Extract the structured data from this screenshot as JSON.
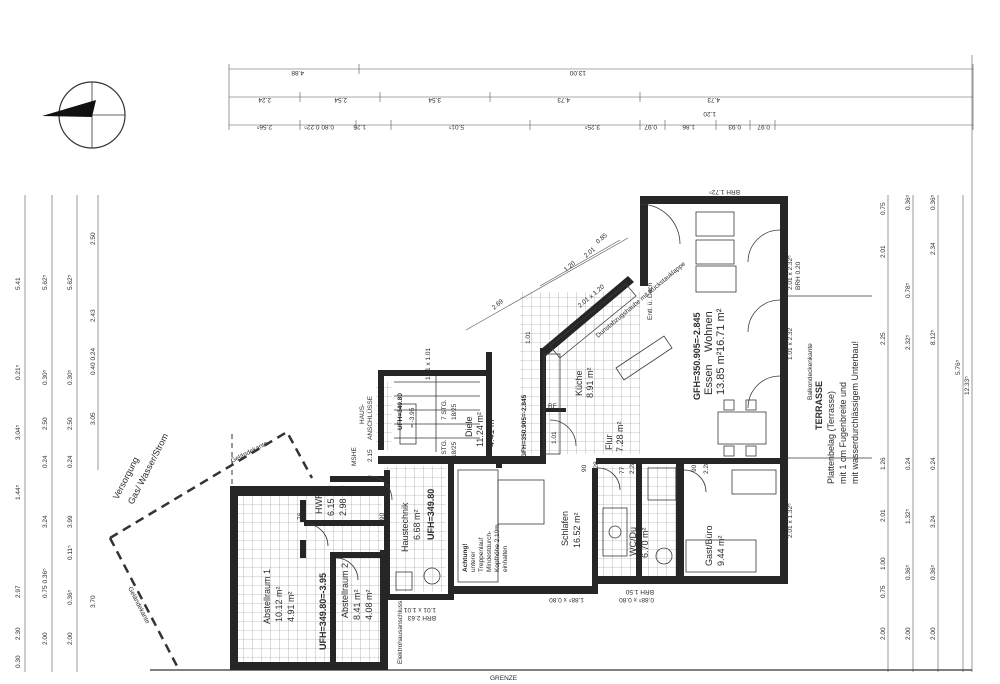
{
  "rooms": {
    "wohnen": {
      "name": "Wohnen",
      "area": "16.71 m²"
    },
    "essen": {
      "name": "Essen",
      "area": "13.85 m²"
    },
    "kueche": {
      "name": "Küche",
      "area": "8.91 m²"
    },
    "flur": {
      "name": "Flur",
      "area": "7.28 m²"
    },
    "diele": {
      "name": "Diele",
      "area": "11.24 m²",
      "area2": "4.41 m²"
    },
    "schlafen": {
      "name": "Schlafen",
      "area": "16.52 m²"
    },
    "wc": {
      "name": "WC/Du",
      "area": "6.70 m²"
    },
    "gast": {
      "name": "Gast/Büro",
      "area": "9.44 m²"
    },
    "haustechnik": {
      "name": "Haustechnik",
      "area": "6.68 m²"
    },
    "hwr": {
      "name": "HWR",
      "area": "6.15 m²",
      "area2": "2.98 m²"
    },
    "abstell1": {
      "name": "Abstellraum 1",
      "area": "10.12 m²",
      "area2": "4.91 m²"
    },
    "abstell2": {
      "name": "Abstellraum 2",
      "area": "8.41 m²",
      "area2": "4.08 m²"
    }
  },
  "levels": {
    "gfh_main": "GFH=350.905=-2.845",
    "gfh_diele": "GFH=350.905=-2.845",
    "ufh_haustechnik": "UFH=349.80",
    "ufh_diele": "UFH=349.80",
    "ufh_diele_b": "= -3.95",
    "ufh_abstell": "UFH=349.80=-3.95"
  },
  "terrace": {
    "title": "TERRASSE",
    "line1": "Plattenbelag (Terrasse)",
    "line2": "mit 1 cm Fugenbreite und",
    "line3": "mit wasserdurchlässigem Unterbau!",
    "edge": "Balkondeckenkante"
  },
  "notes": {
    "stairs1": "7 STG.",
    "stairs1b": "18/25",
    "stairs2": "9 STG.",
    "stairs2b": "18/25",
    "achtung1": "Achtung!",
    "achtung2": "unterer",
    "achtung3": "Treppenlauf",
    "achtung4": "Mindestdurch-",
    "achtung5": "Kopfhöhe 2,10m",
    "achtung6": "einhalten",
    "haus_ansch1": "HAUS-",
    "haus_ansch2": "ANSCHLÜSSE",
    "msh": "MSHE",
    "versorgung1": "Versorgung",
    "versorgung2": "Gas/ Wasser/Strom",
    "gelaende": "Geländekante",
    "gelaende2": "Geländekante",
    "grenze": "GRENZE",
    "elektro": "Elektrohausanschluss",
    "entl": "Entl. ü. Dach",
    "rf": "RF",
    "dunst": "Dunstabzugshaube mit Rückstauklappe"
  },
  "dims_top": {
    "row1": [
      "4.88",
      "13.00"
    ],
    "row2": [
      "2.24",
      "2.54",
      "3.54",
      "4.73",
      "4.73"
    ],
    "row3": [
      "2.56⁵",
      "0.80 0.22⁵",
      "1.26",
      "5.01⁵",
      "3.25⁵",
      "0.97",
      "1.86",
      "1.20",
      "0.93",
      "0.97"
    ]
  },
  "dims_left": {
    "col1": [
      "5.41",
      "0.21⁵",
      "3.04⁵",
      "1.44⁵",
      "2.97",
      "2.30",
      "0.30"
    ],
    "col2": [
      "5.62⁵",
      "0.30⁵",
      "2.50",
      "0.24",
      "3.24",
      "0.75 0.36⁵",
      "2.00"
    ],
    "col3": [
      "5.62⁵",
      "0.30⁵",
      "2.50",
      "0.24",
      "3.99",
      "0.11⁵",
      "0.36⁵",
      "3.70",
      "2.00"
    ],
    "col4": [
      "2.50",
      "2.43",
      "0.40 0.24",
      "3.05"
    ]
  },
  "dims_right": {
    "col1": [
      "0.75",
      "2.01",
      "2.25",
      "1.26",
      "2.01",
      "1.00",
      "0.75",
      "2.00"
    ],
    "col2": [
      "0.36⁵",
      "0.78⁵",
      "2.32⁵",
      "0.24",
      "1.32⁵",
      "0.36⁵",
      "2.00"
    ],
    "col3": [
      "0.36⁵",
      "2.34",
      "8.12⁵",
      "0.24",
      "3.24",
      "0.36⁵",
      "2.00"
    ],
    "col4": [
      "5.76⁵",
      "12.33⁵"
    ]
  },
  "windows": {
    "w1": "2.01 x 1.20",
    "w2": "1.01 x 1.01",
    "w3": "BRH 1.72⁵",
    "w4": "2.01 x 2.32⁵",
    "w5": "BRH 0.20",
    "w6": "1.88⁵ x 0.80",
    "w7": "0.88⁵ x 0.80",
    "w8": "BRH 1.50",
    "w9": "1.01 x 2.32",
    "w10": "2.01 x 1.32⁵",
    "w11": "1.01 x 1.01",
    "w12": "BRH 2.63"
  },
  "openings": {
    "o1": "90",
    "o2": "2.15",
    "o3": "76",
    "o4": "90",
    "o5": "2.28",
    "o6": "77",
    "o7": "2.28",
    "o8": "90",
    "o9": "2.28",
    "o10": "1.01",
    "o11": "1.01",
    "o12": "2.01",
    "o13": "0.85",
    "o14": "2.69",
    "o15": "1.20"
  },
  "colors": {
    "wall": "#262626",
    "line": "#3a3a3a",
    "paper": "#ffffff"
  }
}
